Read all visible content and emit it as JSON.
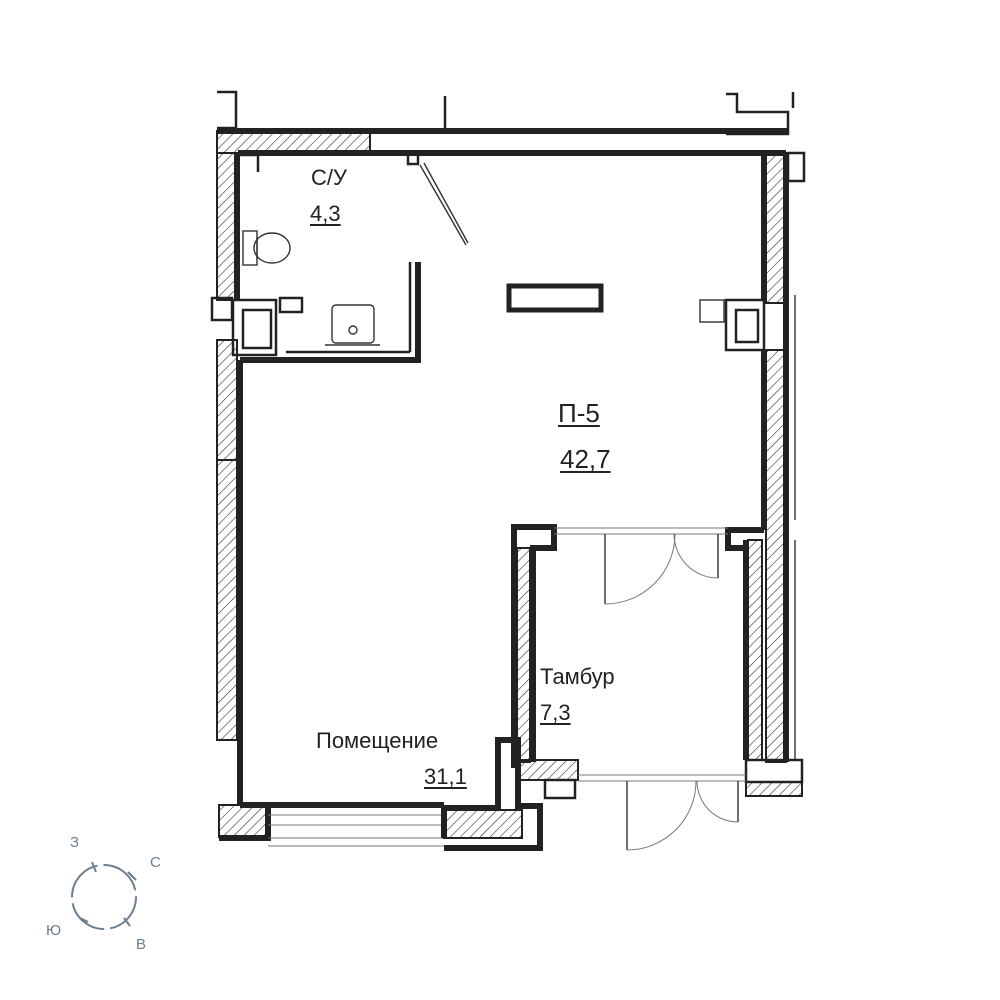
{
  "rooms": {
    "bathroom": {
      "name": "С/У",
      "area": "4,3"
    },
    "unit": {
      "name": "П-5",
      "area": "42,7"
    },
    "vestibule": {
      "name": "Тамбур",
      "area": "7,3"
    },
    "premises": {
      "name": "Помещение",
      "area": "31,1"
    }
  },
  "compass": {
    "north": "С",
    "south": "Ю",
    "east": "В",
    "west": "З"
  },
  "colors": {
    "wall": "#222222",
    "compass": "#6b7d8e"
  }
}
